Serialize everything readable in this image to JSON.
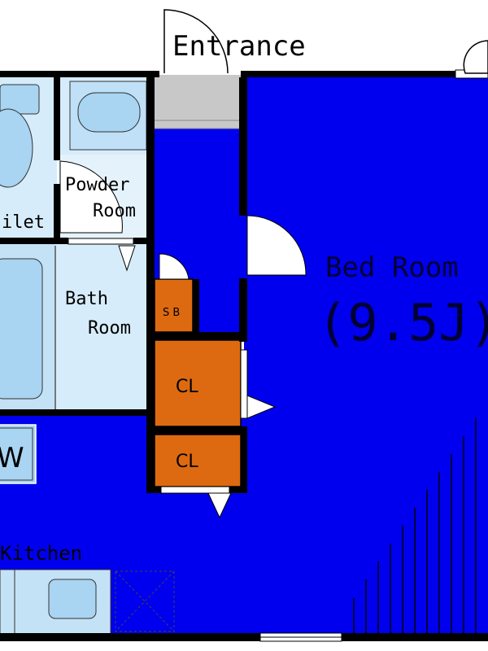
{
  "labels": {
    "entrance": "Entrance",
    "toilet": "ilet",
    "powder_room_line1": "Powder",
    "powder_room_line2": "Room",
    "bath_room_line1": "Bath",
    "bath_room_line2": "Room",
    "bed_room": "Bed Room",
    "bed_room_size": "(9.5J)",
    "shoe_box": "S B",
    "closet_upper": "CL",
    "closet_lower": "CL",
    "washer": "W",
    "kitchen": "Kitchen"
  },
  "colors": {
    "floor_blue": "#0000ee",
    "wet_area_light": "#d6ecfa",
    "fixture_blue": "#a9d4f2",
    "closet_orange": "#dd6a10",
    "entrance_gray": "#c8c8c8",
    "wall": "#000000",
    "bed_label": "#000033"
  }
}
